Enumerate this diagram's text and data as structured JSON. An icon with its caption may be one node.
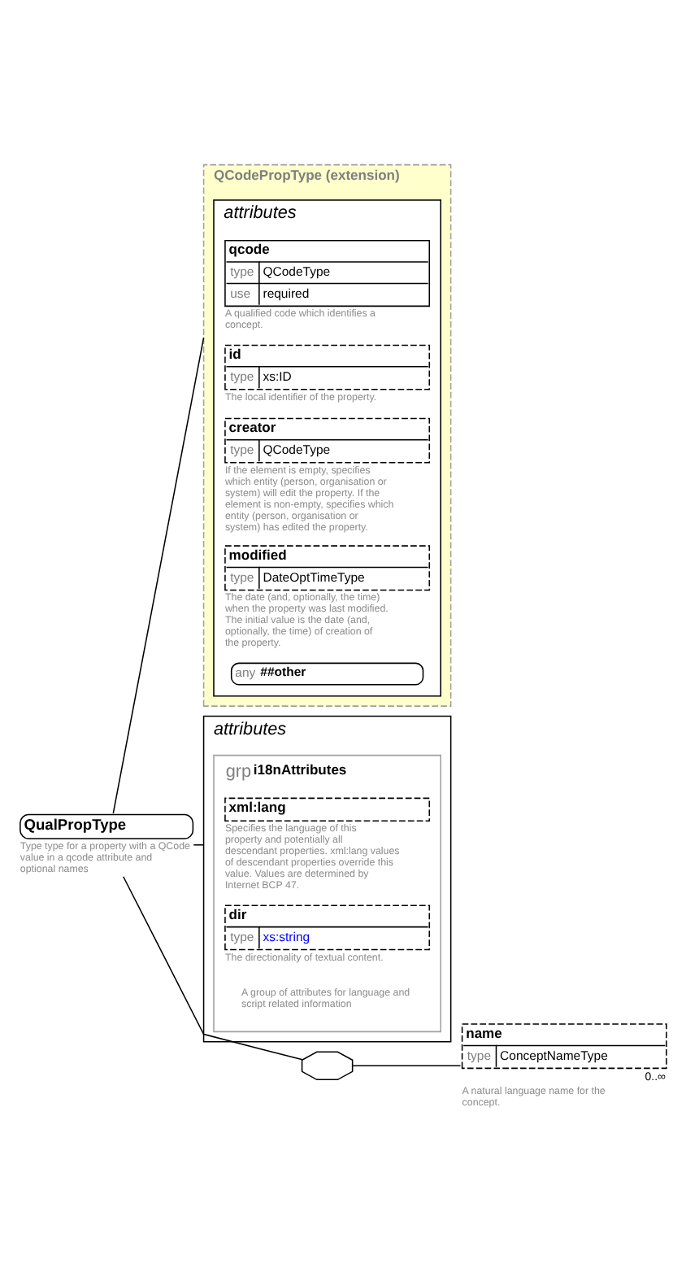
{
  "diagram": {
    "nodes": [
      {
        "text": [
          "QualPropType"
        ],
        "beside": [
          "Type type for a property with a QCode value in a qcode attribute and optional names"
        ]
      },
      {
        "text": [
          "QCodePropType (extension)"
        ]
      },
      {
        "text": [
          "attributes"
        ],
        "in": 1
      },
      {
        "text": [
          "qcode",
          "type",
          "QCodeType",
          "use",
          "required"
        ],
        "beside": [
          "A qualified code which identifies a concept."
        ],
        "in": 2
      },
      {
        "text": [
          "id",
          "type",
          "xs:ID"
        ],
        "beside": [
          "The local identifier of the property."
        ],
        "in": 2
      },
      {
        "text": [
          "creator",
          "type",
          "QCodeType"
        ],
        "beside": [
          "If the element is empty, specifies which entity (person, organisation or system) will edit the property. If the element is non-empty, specifies which entity (person, organisation or system) has edited the property."
        ],
        "in": 2
      },
      {
        "text": [
          "modified",
          "type",
          "DateOptTimeType"
        ],
        "beside": [
          "The date (and, optionally, the time) when the property was last modified. The initial value is the date (and, optionally, the time) of creation of the property."
        ],
        "in": 2
      },
      {
        "text": [
          "any",
          "##other"
        ],
        "in": 2
      },
      {
        "text": [
          "attributes"
        ]
      },
      {
        "text": [
          "grp",
          "i18nAttributes"
        ],
        "beside": [
          "A group of attributes for language and script related information"
        ],
        "in": 8
      },
      {
        "text": [
          "xml:lang"
        ],
        "beside": [
          "Specifies the language of this property and potentially all descendant properties. xml:lang values of descendant properties override this value. Values are determined by Internet BCP 47."
        ],
        "in": 9
      },
      {
        "text": [
          "dir",
          "type",
          "xs:string"
        ],
        "beside": [
          "The directionality of textual content."
        ],
        "in": 9
      },
      {
        "text": [],
        "shape": "octagon"
      },
      {
        "text": [
          "name",
          "type",
          "ConceptNameType"
        ],
        "beside": [
          "0..∞",
          "A natural language name for the concept."
        ]
      }
    ],
    "edges": [
      {
        "from": 0,
        "to": 1,
        "arrow": "none"
      },
      {
        "from": 0,
        "to": 8,
        "arrow": "none"
      },
      {
        "from": 0,
        "to": 12,
        "arrow": "none"
      },
      {
        "from": 12,
        "to": 13,
        "arrow": "none"
      }
    ]
  }
}
